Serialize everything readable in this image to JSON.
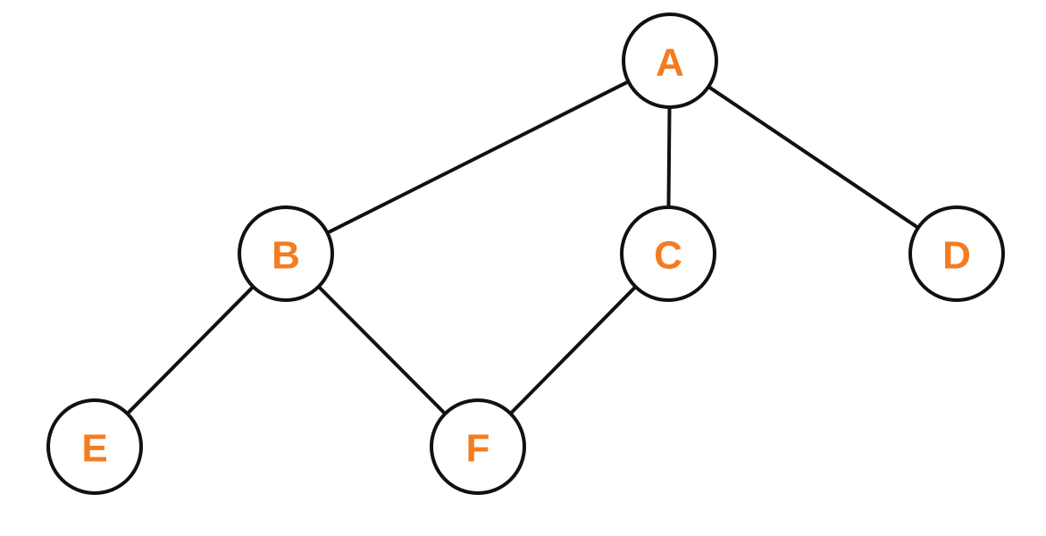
{
  "diagram": {
    "type": "undirected-graph",
    "label_color": "#F47C20",
    "line_color": "#111111",
    "nodes": [
      {
        "id": "A",
        "label": "A"
      },
      {
        "id": "B",
        "label": "B"
      },
      {
        "id": "C",
        "label": "C"
      },
      {
        "id": "D",
        "label": "D"
      },
      {
        "id": "E",
        "label": "E"
      },
      {
        "id": "F",
        "label": "F"
      }
    ],
    "edges": [
      {
        "from": "A",
        "to": "B"
      },
      {
        "from": "A",
        "to": "C"
      },
      {
        "from": "A",
        "to": "D"
      },
      {
        "from": "B",
        "to": "E"
      },
      {
        "from": "B",
        "to": "F"
      },
      {
        "from": "C",
        "to": "F"
      }
    ]
  }
}
